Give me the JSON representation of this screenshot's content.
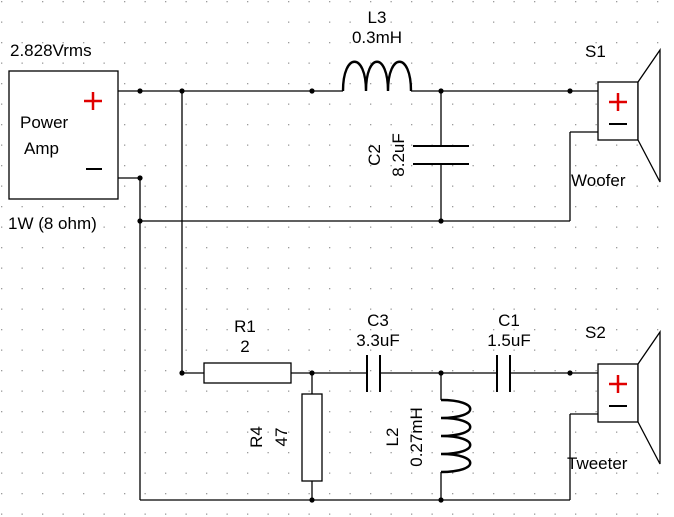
{
  "source": {
    "voltage": "2.828Vrms",
    "name_line1": "Power",
    "name_line2": "Amp",
    "plus": "+",
    "minus": "−",
    "power_rating": "1W (8 ohm)"
  },
  "components": {
    "L3": {
      "ref": "L3",
      "value": "0.3mH"
    },
    "C2": {
      "ref": "C2",
      "value": "8.2uF"
    },
    "R1": {
      "ref": "R1",
      "value": "2"
    },
    "R4": {
      "ref": "R4",
      "value": "47"
    },
    "C3": {
      "ref": "C3",
      "value": "3.3uF"
    },
    "L2": {
      "ref": "L2",
      "value": "0.27mH"
    },
    "C1": {
      "ref": "C1",
      "value": "1.5uF"
    }
  },
  "speakers": {
    "S1": {
      "ref": "S1",
      "label": "Woofer"
    },
    "S2": {
      "ref": "S2",
      "label": "Tweeter"
    },
    "plus": "+",
    "minus": "−"
  },
  "colors": {
    "background": "#ffffff",
    "wire": "#000000",
    "polarity": "#e00000",
    "grid_dot": "#9a9a9a"
  }
}
